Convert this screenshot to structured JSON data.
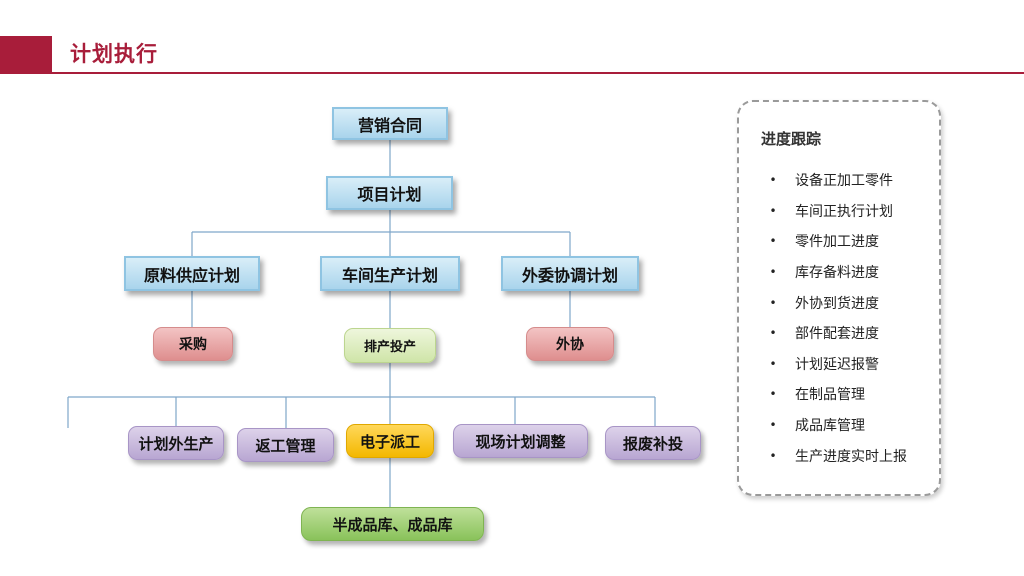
{
  "header": {
    "title": "计划执行",
    "accent_color": "#a81d3a"
  },
  "diagram": {
    "sales_contract": "营销合同",
    "project_plan": "项目计划",
    "raw_material_plan": "原料供应计划",
    "workshop_plan": "车间生产计划",
    "outsourcing_plan": "外委协调计划",
    "procurement": "采购",
    "scheduling": "排产投产",
    "outsourcing": "外协",
    "external_production": "计划外生产",
    "rework": "返工管理",
    "electronic_dispatch": "电子派工",
    "onsite_adjustment": "现场计划调整",
    "scrap_replenish": "报废补投",
    "warehouse": "半成品库、成品库"
  },
  "tracking": {
    "title": "进度跟踪",
    "bullet": "•",
    "items": [
      "设备正加工零件",
      "车间正执行计划",
      "零件加工进度",
      "库存备料进度",
      "外协到货进度",
      "部件配套进度",
      "计划延迟报警",
      "在制品管理",
      "成品库管理",
      "生产进度实时上报"
    ]
  }
}
